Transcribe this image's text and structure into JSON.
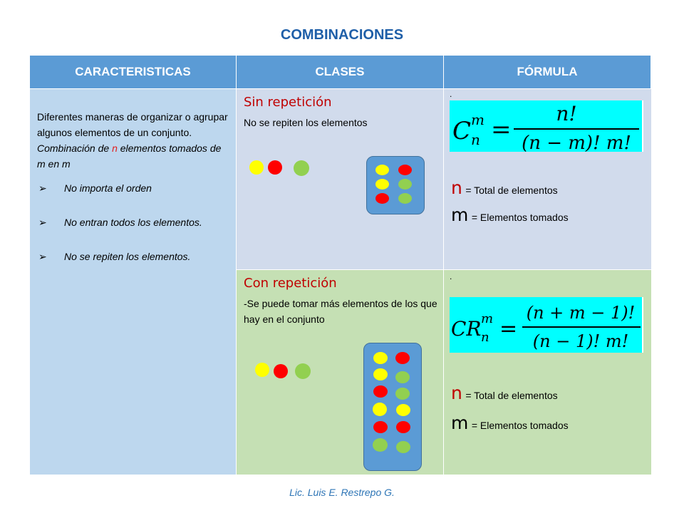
{
  "title": "COMBINACIONES",
  "headers": {
    "caracteristicas": "CARACTERISTICAS",
    "clases": "CLASES",
    "formula": "FÓRMULA"
  },
  "caracteristicas": {
    "line1": "Diferentes maneras de organizar o agrupar algunos  elementos de un conjunto.",
    "line2_prefix": "Combinación de ",
    "line2_n": "n",
    "line2_suffix": " elementos tomados de m en m",
    "bullets": [
      "No importa el orden",
      "No entran todos los elementos.",
      "No se repiten los elementos."
    ]
  },
  "sin_repeticion": {
    "title": "Sin repetición",
    "description": "No se repiten los elementos"
  },
  "con_repeticion": {
    "title": "Con repetición",
    "description": "-Se puede tomar más elementos de los que hay en el conjunto"
  },
  "formula_sin": {
    "mark": ".",
    "lhs_base": "C",
    "lhs_sup": "m",
    "lhs_sub": "n",
    "numerator": "n!",
    "denominator": "(n − m)!  m!",
    "legend_n_symbol": "n",
    "legend_n_text": "= Total de elementos",
    "legend_m_symbol": "m",
    "legend_m_text": "= Elementos tomados"
  },
  "formula_con": {
    "mark": ".",
    "lhs_base": "CR",
    "lhs_sup": "m",
    "lhs_sub": "n",
    "numerator": "(n + m − 1)!",
    "denominator": "(n − 1)! m!",
    "legend_n_symbol": "n",
    "legend_n_text": "= Total de elementos",
    "legend_m_symbol": "m",
    "legend_m_text": "= Elementos tomados"
  },
  "colors": {
    "header_bg": "#5b9bd5",
    "title": "#1f5fa8",
    "accent_red": "#c00000",
    "formula_bg": "#00ffff",
    "sin_bg": "#d1dbec",
    "con_bg": "#c5e0b4",
    "car_bg": "#bdd7ee"
  },
  "footer": "Lic. Luis E. Restrepo G."
}
